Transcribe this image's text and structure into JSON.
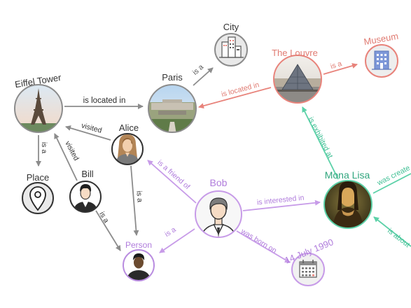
{
  "nodes": {
    "eiffel": {
      "label": "Eiffel Tower"
    },
    "paris": {
      "label": "Paris"
    },
    "city": {
      "label": "City"
    },
    "louvre": {
      "label": "The Louvre"
    },
    "museum": {
      "label": "Museum"
    },
    "alice": {
      "label": "Alice"
    },
    "bill": {
      "label": "Bill"
    },
    "place": {
      "label": "Place"
    },
    "bob": {
      "label": "Bob"
    },
    "monalisa": {
      "label": "Mona Lisa"
    },
    "person": {
      "label": "Person"
    },
    "date": {
      "label": "14 July 1990"
    }
  },
  "edges": {
    "eiffel_paris": "is located in",
    "paris_city": "is a",
    "louvre_paris": "is located in",
    "louvre_museum": "is a",
    "alice_eiffel": "visited",
    "bill_eiffel": "visited",
    "eiffel_place": "is a",
    "alice_person": "is a",
    "bill_person": "is a",
    "bob_alice": "is a friend of",
    "bob_monalisa": "is interested in",
    "monalisa_louvre": "is exhibited at",
    "monalisa_created": "was create",
    "about_monalisa": "is about",
    "bob_person": "is a",
    "bob_date": "was born on"
  },
  "colors": {
    "gray": "#8c8c8c",
    "red": "#e8837b",
    "purple": "#b98ce0",
    "green": "#5cd1a8"
  }
}
